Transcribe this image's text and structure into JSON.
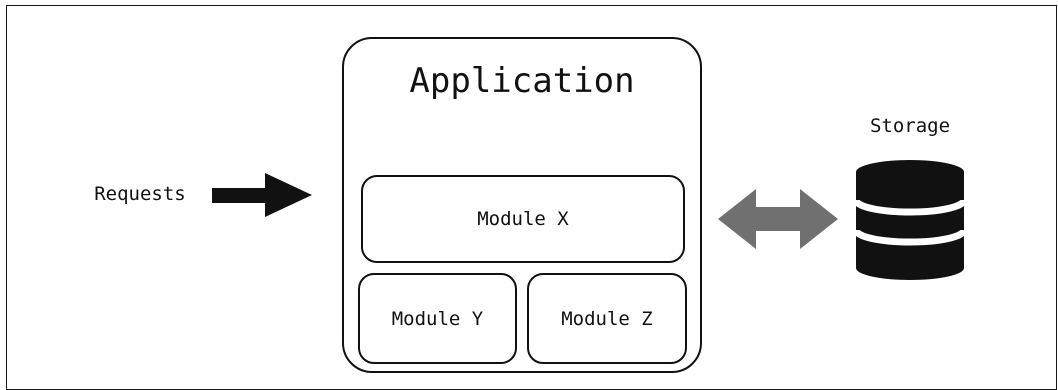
{
  "diagram": {
    "application": {
      "title": "Application"
    },
    "modules": {
      "x": "Module X",
      "y": "Module Y",
      "z": "Module Z"
    },
    "requests_label": "Requests",
    "storage_label": "Storage",
    "colors": {
      "stroke": "#111111",
      "request_arrow": "#111111",
      "storage_arrow": "#707070",
      "database": "#111111"
    },
    "icons": {
      "request_arrow": "arrow-right",
      "storage_arrow": "double-arrow-horizontal",
      "storage": "database-cylinder"
    }
  }
}
